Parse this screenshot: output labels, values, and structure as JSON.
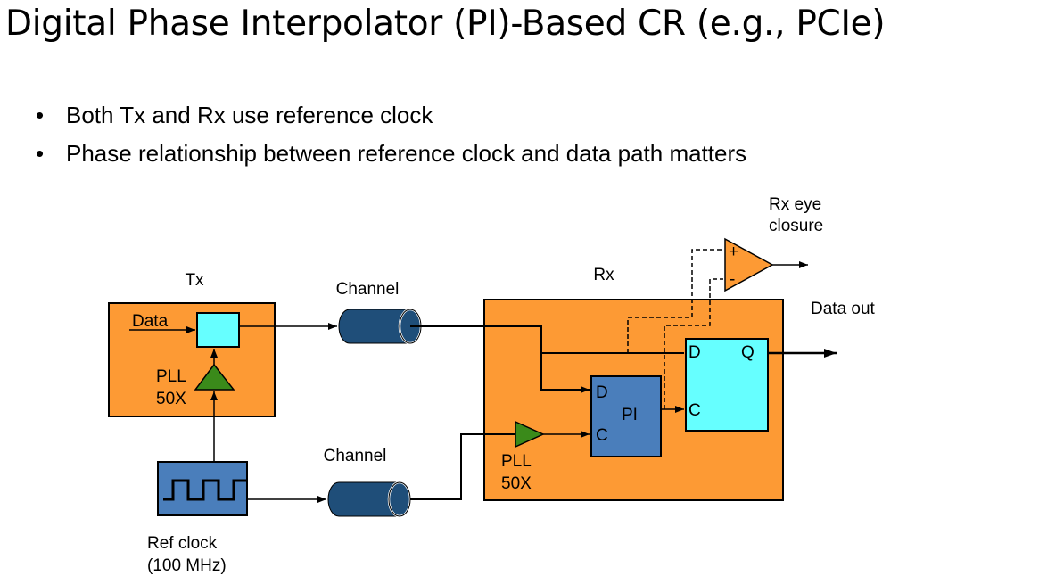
{
  "title": "Digital Phase Interpolator (PI)-Based CR (e.g., PCIe)",
  "bullets": [
    "Both Tx and Rx use reference clock",
    "Phase relationship between reference clock and data path matters"
  ],
  "diagram": {
    "tx": {
      "label": "Tx",
      "data_label": "Data",
      "pll_line1": "PLL",
      "pll_line2": "50X"
    },
    "rx": {
      "label": "Rx",
      "pll_line1": "PLL",
      "pll_line2": "50X",
      "pi_label": "PI",
      "pi_d": "D",
      "pi_c": "C",
      "ff_d": "D",
      "ff_q": "Q",
      "ff_c": "C"
    },
    "channel_top": "Channel",
    "channel_bottom": "Channel",
    "ref_clock_line1": "Ref clock",
    "ref_clock_line2": "(100 MHz)",
    "data_out": "Data out",
    "eye_line1": "Rx eye",
    "eye_line2": "closure",
    "comp_plus": "+",
    "comp_minus": "-",
    "colors": {
      "block": "#fd9a34",
      "flop": "#66ffff",
      "pi_block": "#4a7ebb",
      "channel": "#1f4e79",
      "pll": "#3a8a1a",
      "refclk": "#4a7ebb"
    }
  }
}
